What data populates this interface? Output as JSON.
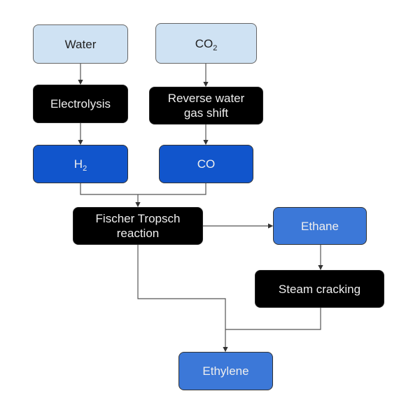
{
  "diagram": {
    "nodes": {
      "water": {
        "label": "Water",
        "type": "input"
      },
      "co2": {
        "label_main": "CO",
        "label_sub": "2",
        "type": "input"
      },
      "electrolysis": {
        "label": "Electrolysis",
        "type": "process"
      },
      "rwgs": {
        "line1": "Reverse water",
        "line2": "gas shift",
        "type": "process"
      },
      "h2": {
        "label_main": "H",
        "label_sub": "2",
        "type": "intermediate"
      },
      "co": {
        "label": "CO",
        "type": "intermediate"
      },
      "fischer_tropsch": {
        "line1": "Fischer Tropsch",
        "line2": "reaction",
        "type": "process"
      },
      "ethane": {
        "label": "Ethane",
        "type": "product"
      },
      "steam_cracking": {
        "label": "Steam cracking",
        "type": "process"
      },
      "ethylene": {
        "label": "Ethylene",
        "type": "product"
      }
    },
    "edges": [
      {
        "from": "Water",
        "to": "Electrolysis"
      },
      {
        "from": "CO2",
        "to": "Reverse water gas shift"
      },
      {
        "from": "Electrolysis",
        "to": "H2"
      },
      {
        "from": "Reverse water gas shift",
        "to": "CO"
      },
      {
        "from": "H2",
        "to": "Fischer Tropsch reaction"
      },
      {
        "from": "CO",
        "to": "Fischer Tropsch reaction"
      },
      {
        "from": "Fischer Tropsch reaction",
        "to": "Ethane"
      },
      {
        "from": "Ethane",
        "to": "Steam cracking"
      },
      {
        "from": "Fischer Tropsch reaction",
        "to": "Ethylene"
      },
      {
        "from": "Steam cracking",
        "to": "Ethylene"
      }
    ],
    "colors": {
      "input_fill": "#cfe2f3",
      "process_fill": "#000000",
      "intermediate_fill": "#1155cc",
      "product_fill": "#3c78d8",
      "edge": "#555555"
    }
  }
}
